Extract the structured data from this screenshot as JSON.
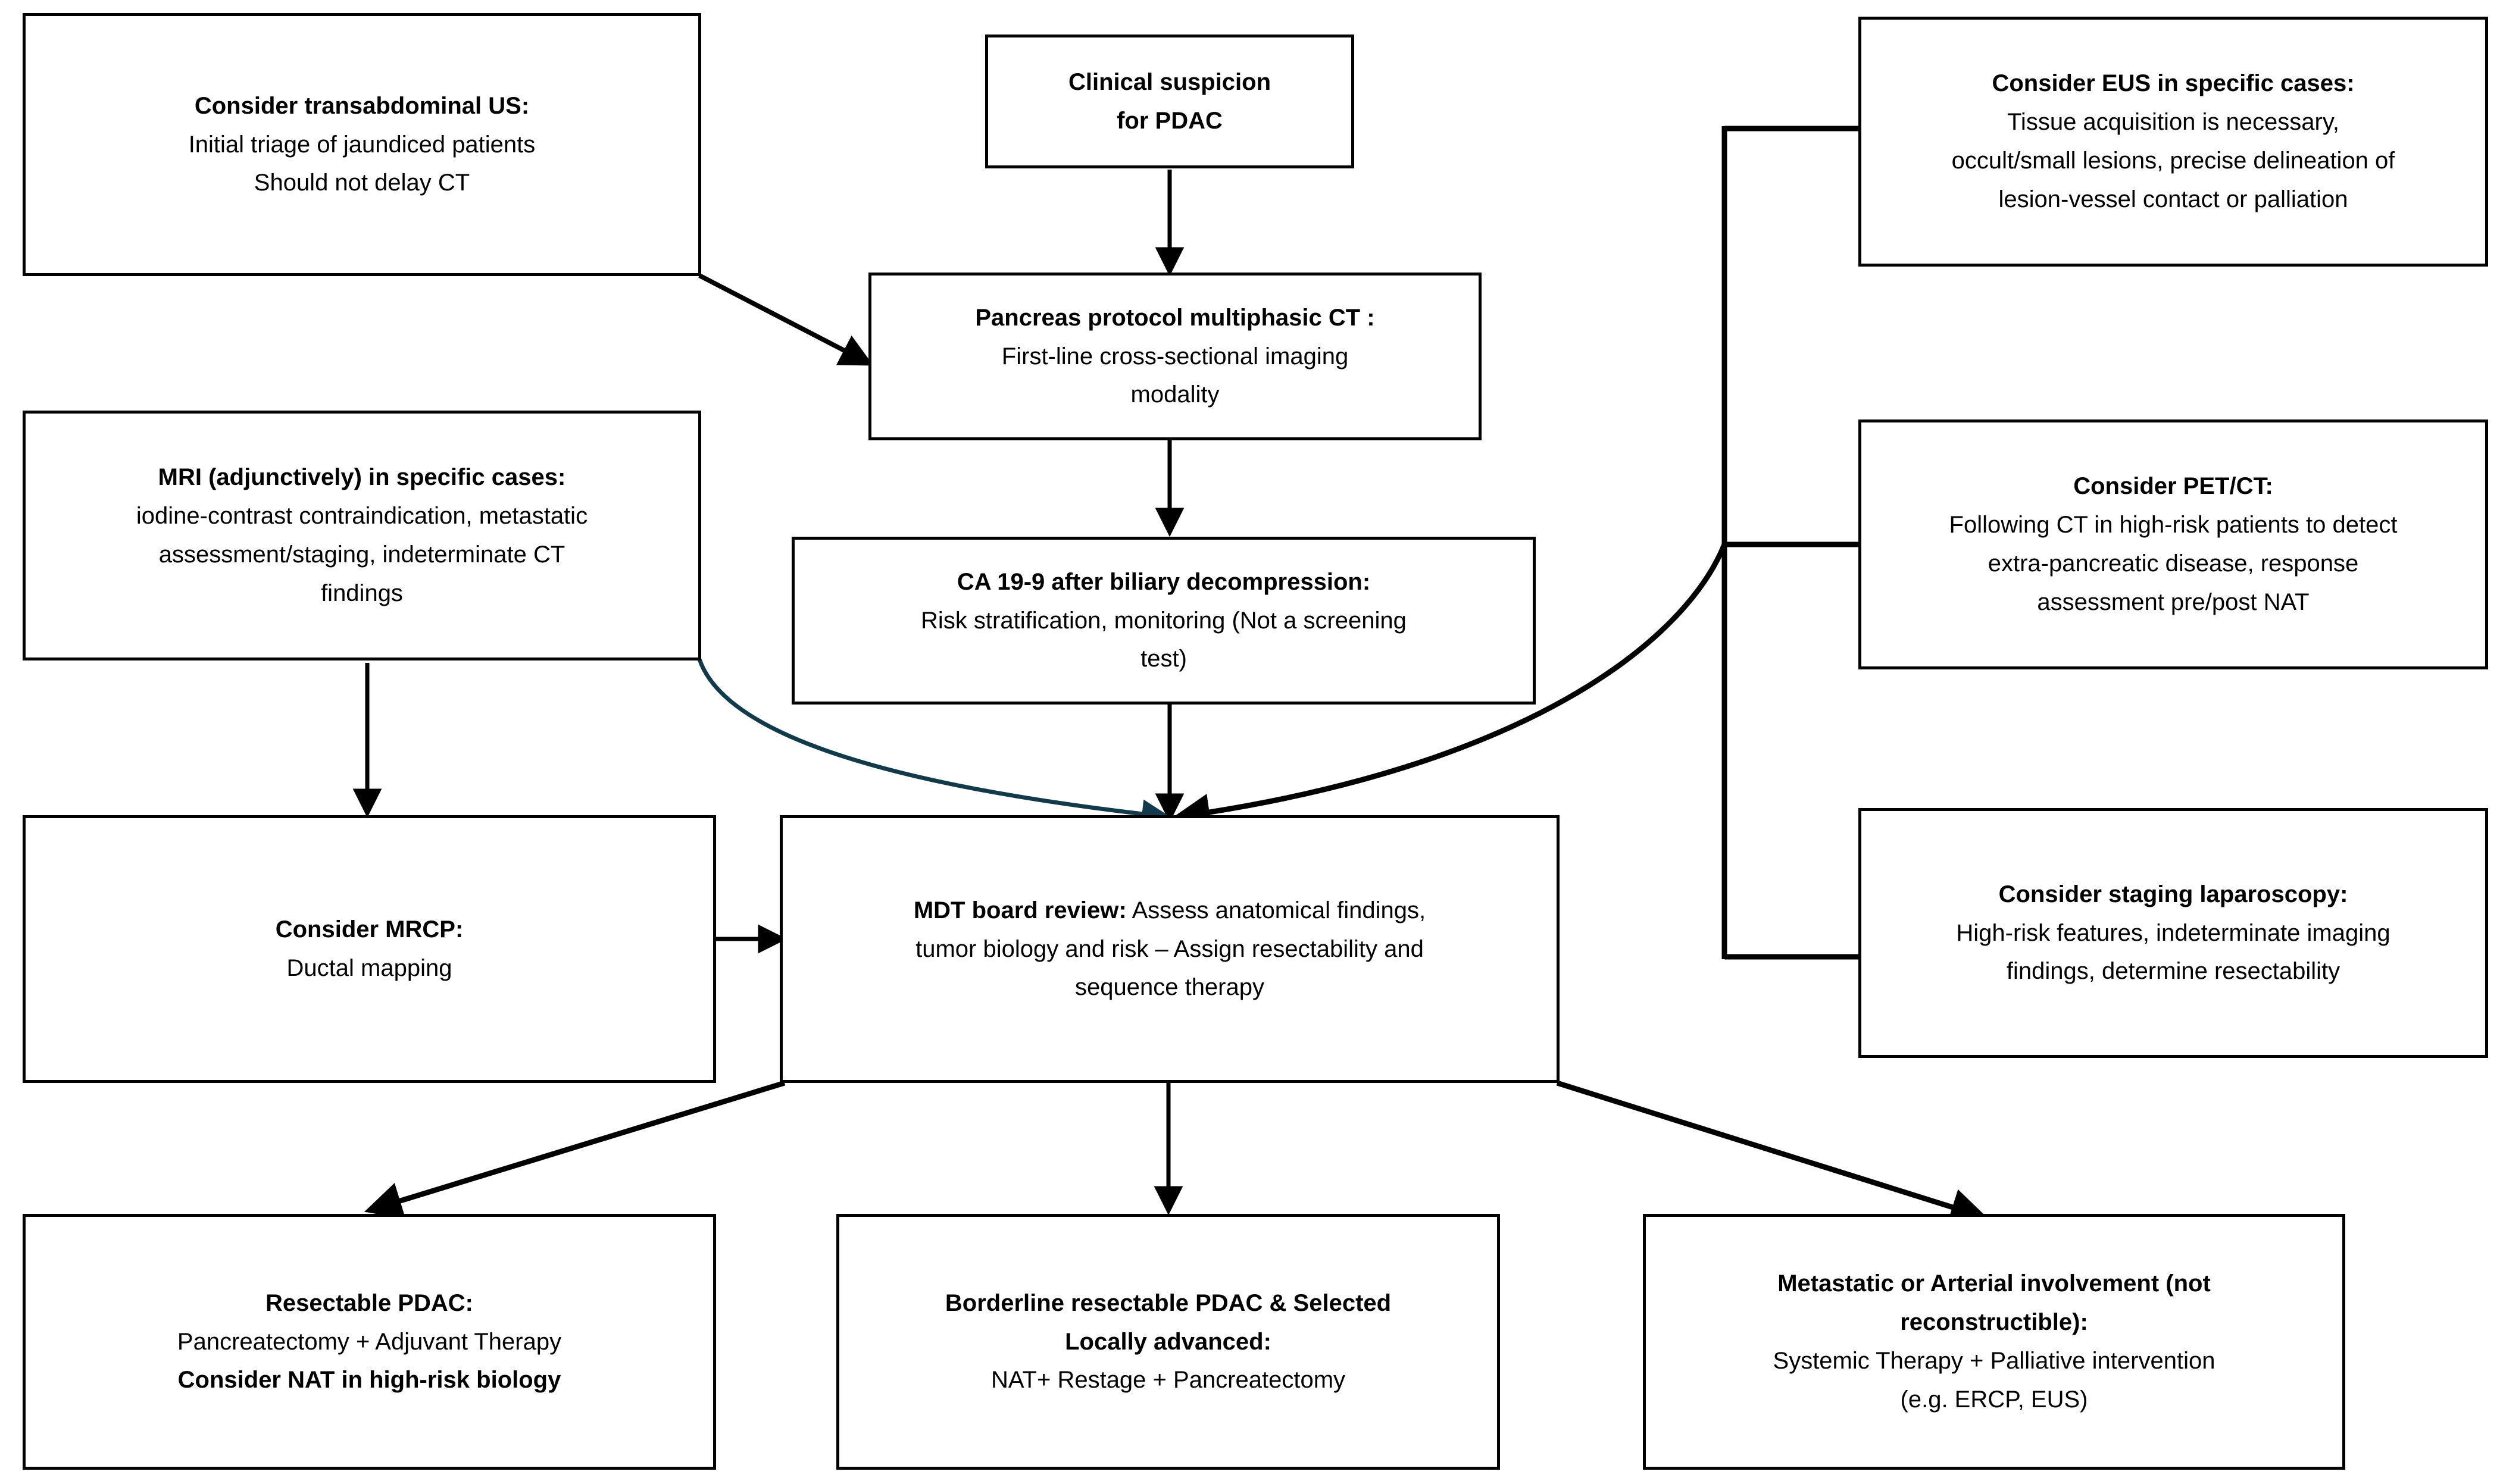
{
  "diagram": {
    "title": "PDAC diagnostic and staging pathway flowchart",
    "stroke_color": "#000000",
    "accent_edge_color": "#123a4a",
    "background": "#ffffff"
  },
  "nodes": {
    "transabdominal_us": {
      "lines": [
        {
          "text": "Consider transabdominal US:",
          "bold": true
        },
        {
          "text": "Initial triage of jaundiced patients",
          "bold": false
        },
        {
          "text": "Should not delay CT",
          "bold": false
        }
      ]
    },
    "clinical_suspicion": {
      "lines": [
        {
          "text": "Clinical suspicion",
          "bold": true
        },
        {
          "text": "for PDAC",
          "bold": true
        }
      ]
    },
    "eus": {
      "lines": [
        {
          "text": "Consider EUS in specific cases:",
          "bold": true
        },
        {
          "text": "Tissue acquisition is necessary,",
          "bold": false
        },
        {
          "text": "occult/small lesions, precise delineation of",
          "bold": false
        },
        {
          "text": "lesion-vessel contact or palliation",
          "bold": false
        }
      ]
    },
    "ct": {
      "lines": [
        {
          "text": "Pancreas protocol multiphasic CT :",
          "bold": true
        },
        {
          "text": "First-line cross-sectional imaging",
          "bold": false
        },
        {
          "text": "modality",
          "bold": false
        }
      ]
    },
    "mri": {
      "lines": [
        {
          "text": "MRI  (adjunctively) in specific cases:",
          "bold": true
        },
        {
          "text": "iodine-contrast contraindication, metastatic",
          "bold": false
        },
        {
          "text": "assessment/staging, indeterminate CT",
          "bold": false
        },
        {
          "text": "findings",
          "bold": false
        }
      ]
    },
    "ca199": {
      "lines": [
        {
          "text": "CA 19-9 after biliary decompression:",
          "bold": true
        },
        {
          "text": "Risk stratification, monitoring (Not a screening",
          "bold": false
        },
        {
          "text": "test)",
          "bold": false
        }
      ]
    },
    "petct": {
      "lines": [
        {
          "text": "Consider PET/CT:",
          "bold": true
        },
        {
          "text": "Following CT in high-risk patients to detect",
          "bold": false
        },
        {
          "text": "extra-pancreatic disease, response",
          "bold": false
        },
        {
          "text": "assessment pre/post NAT",
          "bold": false
        }
      ]
    },
    "mrcp": {
      "lines": [
        {
          "text": "Consider MRCP:",
          "bold": true
        },
        {
          "text": "Ductal mapping",
          "bold": false
        }
      ]
    },
    "mdt": {
      "lines": [
        {
          "text": "MDT board review: Assess anatomical findings,",
          "bold": false
        },
        {
          "text": "tumor biology and risk – Assign resectability and",
          "bold": false
        },
        {
          "text": "sequence therapy",
          "bold": false
        }
      ],
      "lead_bold": "MDT board review:"
    },
    "laparoscopy": {
      "lines": [
        {
          "text": "Consider staging laparoscopy:",
          "bold": true
        },
        {
          "text": "High-risk features, indeterminate imaging",
          "bold": false
        },
        {
          "text": "findings,  determine resectability",
          "bold": false
        }
      ]
    },
    "resectable": {
      "lines": [
        {
          "text": "Resectable PDAC:",
          "bold": true
        },
        {
          "text": "Pancreatectomy + Adjuvant Therapy",
          "bold": false
        },
        {
          "text": "Consider NAT in high-risk biology",
          "bold": true
        }
      ]
    },
    "borderline": {
      "lines": [
        {
          "text": "Borderline resectable PDAC & Selected",
          "bold": true
        },
        {
          "text": "Locally advanced:",
          "bold": true
        },
        {
          "text": "NAT+ Restage + Pancreatectomy",
          "bold": false
        }
      ]
    },
    "metastatic": {
      "lines": [
        {
          "text": "Metastatic or Arterial involvement (not",
          "bold": true
        },
        {
          "text": "reconstructible):",
          "bold": true
        },
        {
          "text": "Systemic Therapy + Palliative intervention",
          "bold": false
        },
        {
          "text": "(e.g. ERCP, EUS)",
          "bold": false
        }
      ]
    }
  },
  "edges": [
    {
      "name": "clinical-suspicion-to-ct",
      "from": "clinical_suspicion",
      "to": "ct",
      "style": "straight-arrow"
    },
    {
      "name": "us-to-ct",
      "from": "transabdominal_us",
      "to": "ct",
      "style": "diagonal-arrow"
    },
    {
      "name": "ct-to-ca199",
      "from": "ct",
      "to": "ca199",
      "style": "straight-arrow"
    },
    {
      "name": "ca199-to-mdt",
      "from": "ca199",
      "to": "mdt",
      "style": "straight-arrow"
    },
    {
      "name": "mri-to-mrcp",
      "from": "mri",
      "to": "mrcp",
      "style": "straight-arrow"
    },
    {
      "name": "mri-to-mdt",
      "from": "mri",
      "to": "mdt",
      "style": "curved-arrow-accent"
    },
    {
      "name": "right-bracket-to-mdt",
      "from": "eus_petct_laparoscopy",
      "to": "mdt",
      "style": "bracket-curve-arrow"
    },
    {
      "name": "mrcp-to-mdt",
      "from": "mrcp",
      "to": "mdt",
      "style": "horizontal-arrow"
    },
    {
      "name": "mdt-to-resectable",
      "from": "mdt",
      "to": "resectable",
      "style": "diagonal-arrow"
    },
    {
      "name": "mdt-to-borderline",
      "from": "mdt",
      "to": "borderline",
      "style": "straight-arrow"
    },
    {
      "name": "mdt-to-metastatic",
      "from": "mdt",
      "to": "metastatic",
      "style": "diagonal-arrow"
    }
  ]
}
